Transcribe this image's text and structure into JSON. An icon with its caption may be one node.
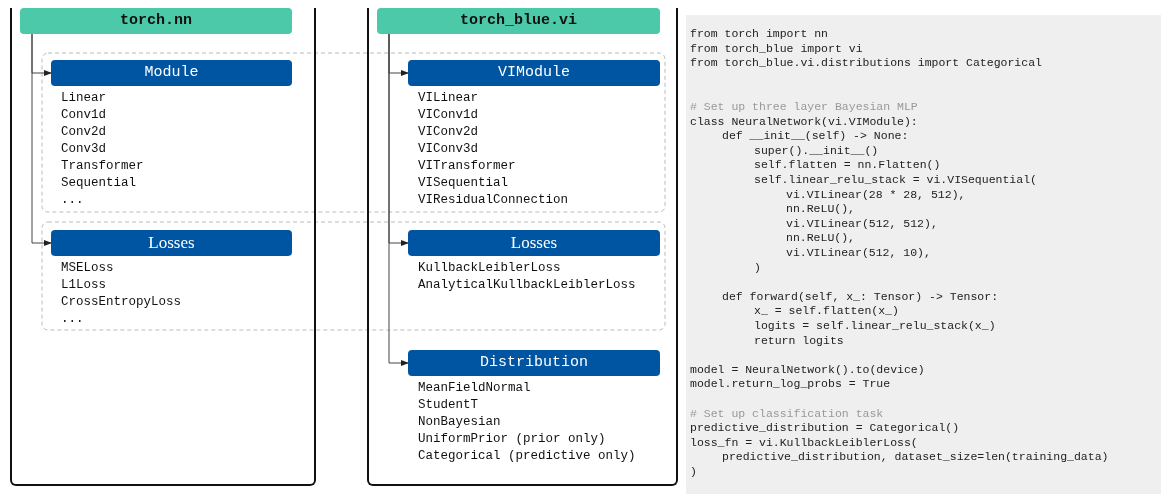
{
  "diagram": {
    "nodes": [
      {
        "text": [
          "torch.nn"
        ]
      },
      {
        "text": [
          "Module"
        ],
        "beside": [
          "Linear",
          "Conv1d",
          "Conv2d",
          "Conv3d",
          "Transformer",
          "Sequential",
          "..."
        ],
        "in": 0
      },
      {
        "text": [
          "Losses"
        ],
        "beside": [
          "MSELoss",
          "L1Loss",
          "CrossEntropyLoss",
          "..."
        ],
        "in": 0
      },
      {
        "text": [
          "torch_blue.vi"
        ]
      },
      {
        "text": [
          "VIModule"
        ],
        "beside": [
          "VILinear",
          "VIConv1d",
          "VIConv2d",
          "VIConv3d",
          "VITransformer",
          "VISequential",
          "VIResidualConnection"
        ],
        "in": 3
      },
      {
        "text": [
          "Losses"
        ],
        "beside": [
          "KullbackLeiblerLoss",
          "AnalyticalKullbackLeiblerLoss"
        ],
        "in": 3
      },
      {
        "text": [
          "Distribution"
        ],
        "beside": [
          "MeanFieldNormal",
          "StudentT",
          "NonBayesian",
          "UniformPrior (prior only)",
          "Categorical (predictive only)"
        ],
        "in": 3
      },
      {
        "text": [
          "from torch import nn",
          "from torch_blue import vi",
          "from torch_blue.vi.distributions import Categorical",
          "# Set up three layer Bayesian MLP",
          "class NeuralNetwork(vi.VIModule):",
          "def __init__(self) -> None:",
          "super().__init__()",
          "self.flatten = nn.Flatten()",
          "self.linear_relu_stack = vi.VISequential(",
          "vi.VILinear(28 * 28, 512),",
          "nn.ReLU(),",
          "vi.VILinear(512, 512),",
          "nn.ReLU(),",
          "vi.VILinear(512, 10),",
          ")",
          "def forward(self, x_: Tensor) -> Tensor:",
          "x_ = self.flatten(x_)",
          "logits = self.linear_relu_stack(x_)",
          "return logits",
          "model = NeuralNetwork().to(device)",
          "model.return_log_probs = True",
          "# Set up classification task",
          "predictive_distribution = Categorical()",
          "loss_fn = vi.KullbackLeiblerLoss(",
          "predictive_distribution, dataset_size=len(training_data)",
          ")"
        ]
      }
    ],
    "edges": [
      {
        "from": 0,
        "to": 1,
        "arrow": "to"
      },
      {
        "from": 0,
        "to": 2,
        "arrow": "to"
      },
      {
        "from": 3,
        "to": 4,
        "arrow": "to"
      },
      {
        "from": 3,
        "to": 5,
        "arrow": "to"
      },
      {
        "from": 3,
        "to": 6,
        "arrow": "to"
      }
    ]
  }
}
